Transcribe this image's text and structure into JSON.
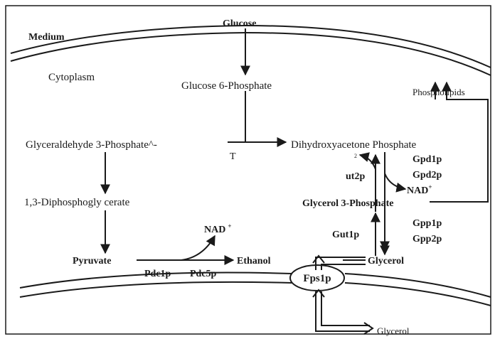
{
  "labels": {
    "medium": "Medium",
    "cytoplasm": "Cytoplasm",
    "glucose_top": "Glucose",
    "glucose_6p": "Glucose 6-Phosphate",
    "phospholipids": "Phospholipids",
    "g3p_aldehyde": "Glyceraldehyde 3-Phosphate^-",
    "t_mark": "T",
    "dhap": "Dihydroxyacetone Phosphate",
    "gpd1p": "Gpd1p",
    "gpd2p": "Gpd2p",
    "superscript_2": "2",
    "ut2p": "ut2p",
    "nad_right": "NAD",
    "nad_right_sup": "+",
    "diphosphoglycerate": "1,3-Diphosphogly cerate",
    "glycerol_3p": "Glycerol 3-Phosphate",
    "nad_left": "NAD",
    "nad_left_sup": "+",
    "gut1p": "Gut1p",
    "gpp1p": "Gpp1p",
    "gpp2p": "Gpp2p",
    "pyruvate": "Pyruvate",
    "ethanol": "Ethanol",
    "pdc1p": "Pdc1p",
    "pdc5p": "Pdc5p",
    "glycerol_in": "Glycerol",
    "fps1p": "Fps1p",
    "glycerol_out": "Glycerol"
  },
  "colors": {
    "ink": "#1a1a1a",
    "background": "#ffffff"
  }
}
